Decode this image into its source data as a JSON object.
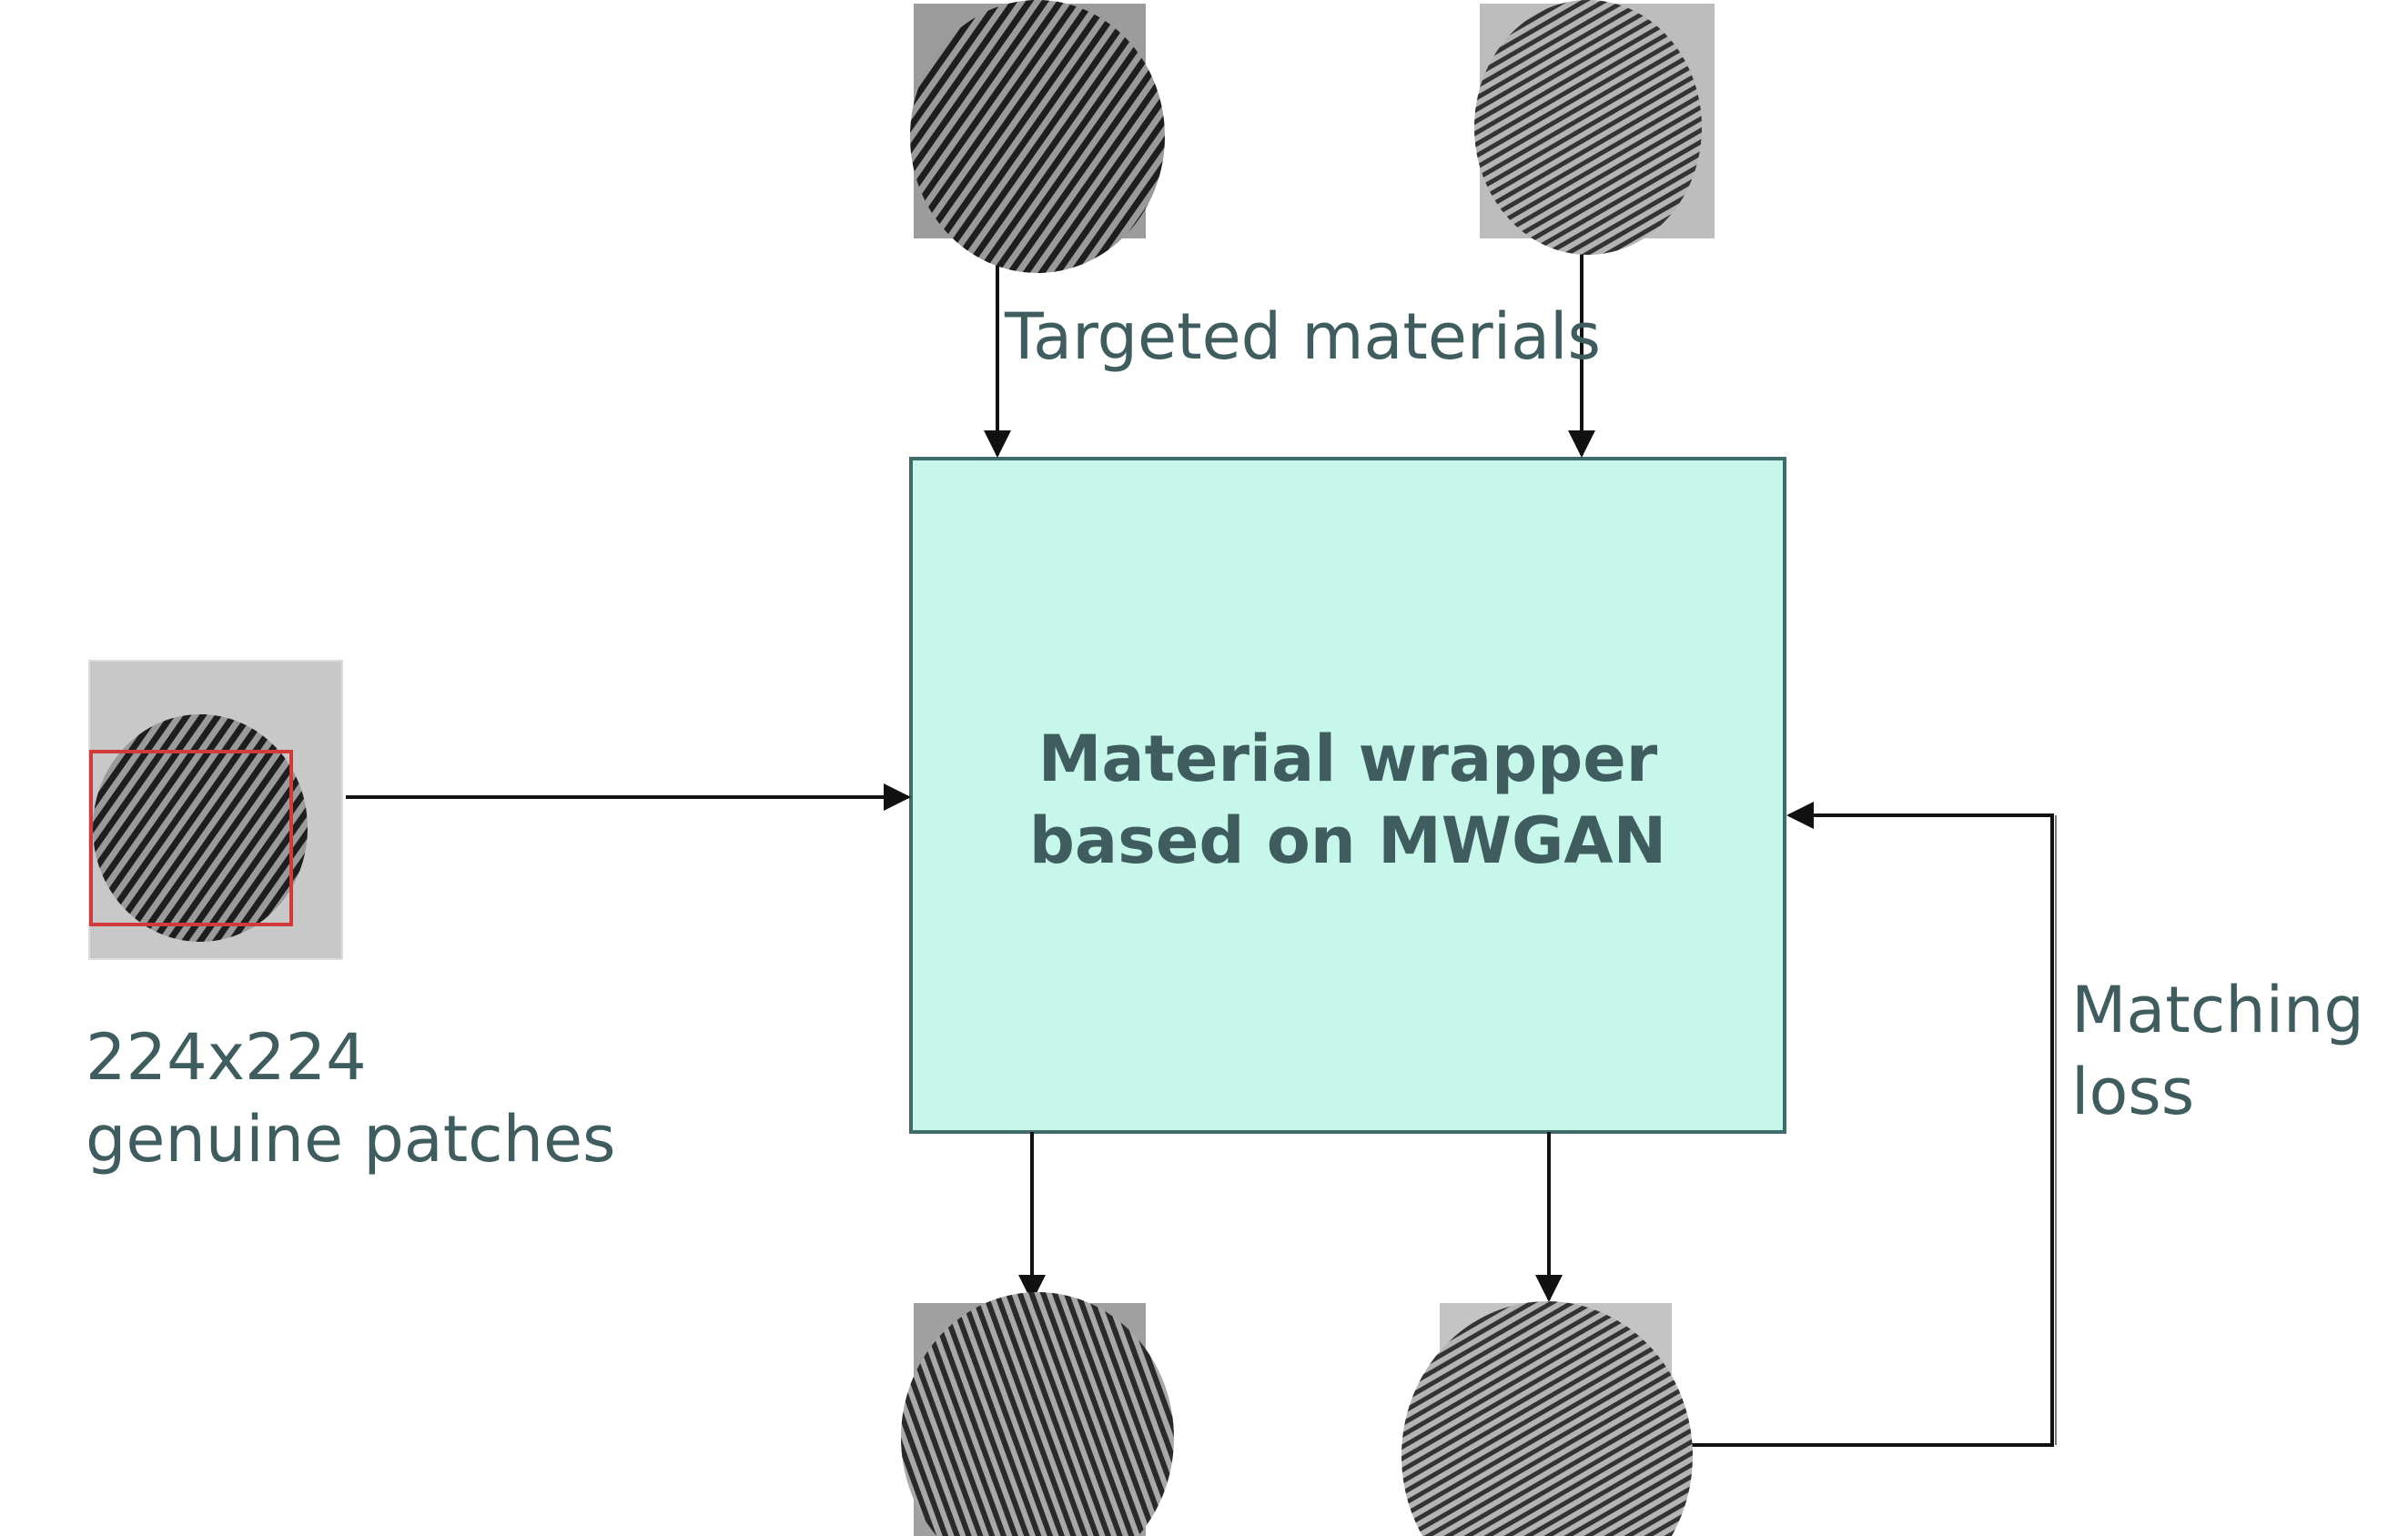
{
  "diagram": {
    "central_block": {
      "title_line1": "Material wrapper",
      "title_line2": "based on MWGAN",
      "fill": "#c6f7ea",
      "border": "#3f6b6b"
    },
    "labels": {
      "targeted": "Targeted materials",
      "input_line1": "224x224",
      "input_line2": "genuine patches",
      "loss_line1": "Matching",
      "loss_line2": "loss"
    },
    "images": {
      "input": "fingerprint-input-patch",
      "target_left": "fingerprint-target-material-1",
      "target_right": "fingerprint-target-material-2",
      "output_left": "fingerprint-output-1",
      "output_right": "fingerprint-output-2"
    },
    "colors": {
      "text": "#3f5d5f",
      "arrow": "#111111",
      "crop_box": "#d23b3b"
    }
  }
}
